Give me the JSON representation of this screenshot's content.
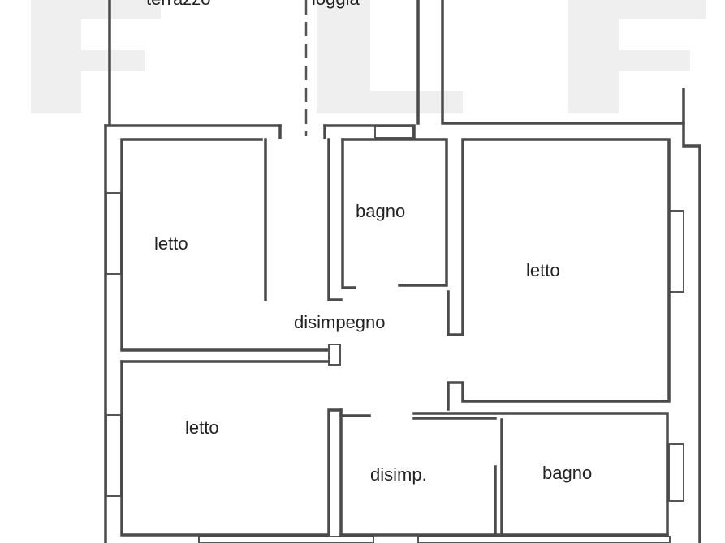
{
  "rooms": {
    "terrazzo": "terrazzo",
    "loggia": "loggia",
    "letto_top_left": "letto",
    "bagno_top": "bagno",
    "letto_right": "letto",
    "disimpegno": "disimpegno",
    "letto_bottom_left": "letto",
    "disimp": "disimp.",
    "bagno_bottom": "bagno"
  },
  "colors": {
    "wall": "#4a4a4a",
    "watermark": "#efefef",
    "background": "#ffffff"
  }
}
